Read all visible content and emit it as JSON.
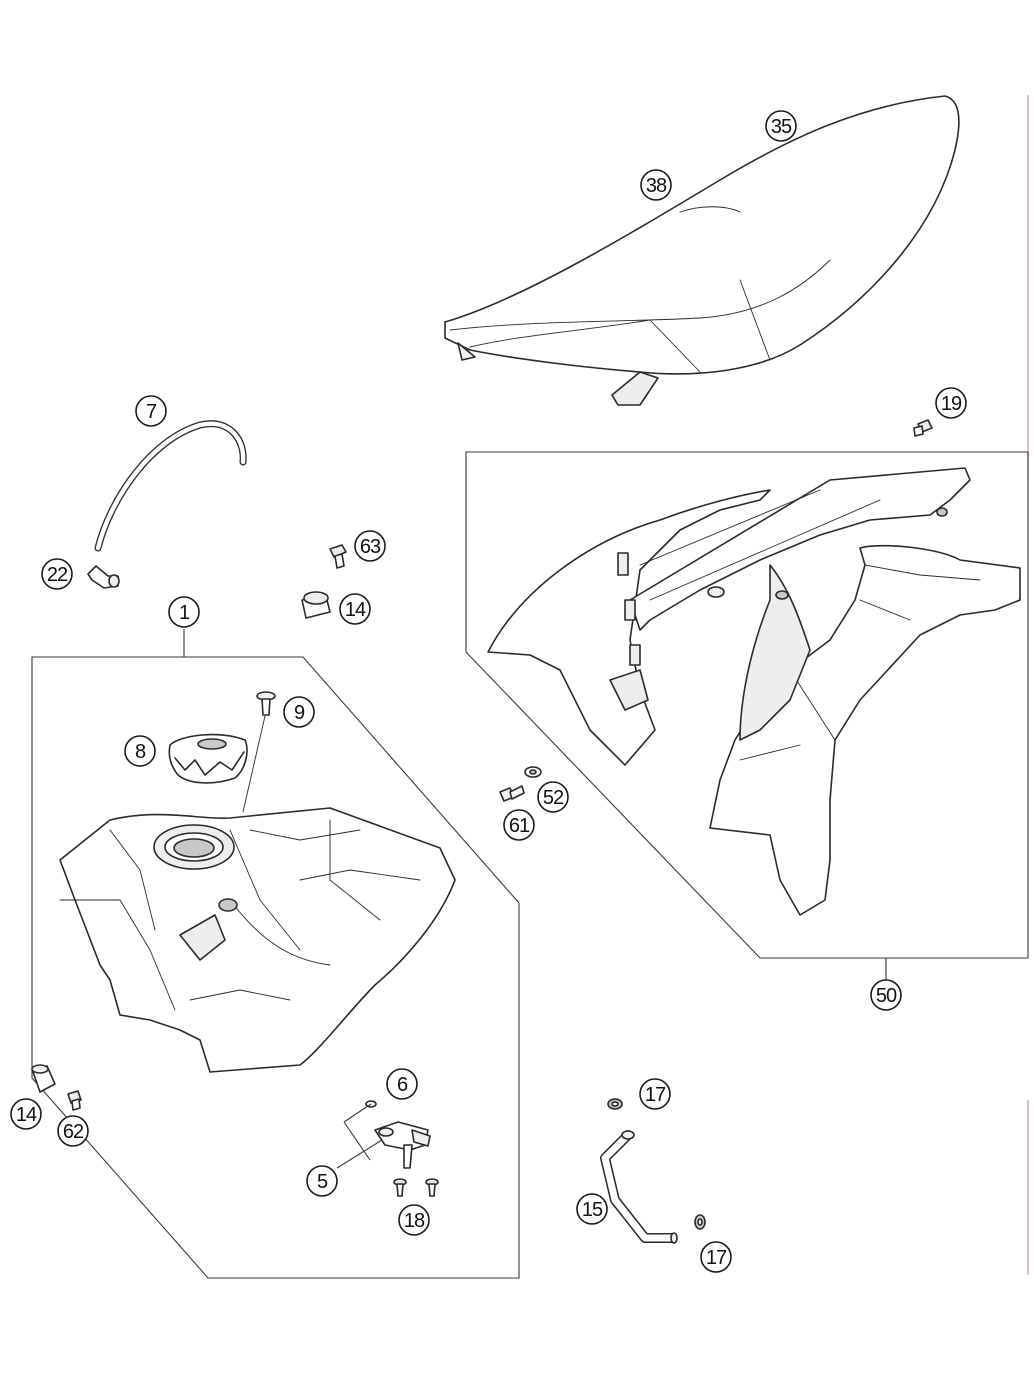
{
  "diagram": {
    "callouts": {
      "seat": "35",
      "seat_strap": "38",
      "hose": "7",
      "fitting": "22",
      "bolt_63": "63",
      "spacer_14_top": "14",
      "tank": "1",
      "screw_9": "9",
      "cap": "8",
      "oring": "6",
      "tap": "5",
      "screws_18": "18",
      "spacer_14_bottom": "14",
      "bolt_62": "62",
      "screw_19": "19",
      "collar_52": "52",
      "bolt_61": "61",
      "spoiler_kit": "50",
      "clamp_17_top": "17",
      "fuel_line": "15",
      "clamp_17_bottom": "17"
    }
  }
}
